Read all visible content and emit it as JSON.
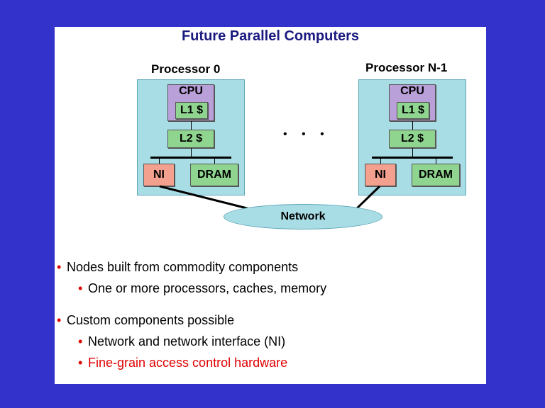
{
  "slide": {
    "title": "Future Parallel Computers"
  },
  "diagram": {
    "processors": [
      {
        "label": "Processor 0",
        "cpu": "CPU",
        "l1": "L1 $",
        "l2": "L2 $",
        "ni": "NI",
        "dram": "DRAM"
      },
      {
        "label": "Processor N-1",
        "cpu": "CPU",
        "l1": "L1 $",
        "l2": "L2 $",
        "ni": "NI",
        "dram": "DRAM"
      }
    ],
    "ellipsis": "• • •",
    "network": "Network"
  },
  "bullets": [
    {
      "text": "Nodes built from commodity components",
      "level": 1,
      "color": "#000000"
    },
    {
      "text": "One or more processors, caches, memory",
      "level": 2,
      "color": "#000000"
    },
    {
      "text": "Custom components possible",
      "level": 1,
      "color": "#000000"
    },
    {
      "text": "Network and network interface (NI)",
      "level": 2,
      "color": "#000000"
    },
    {
      "text": "Fine-grain access control hardware",
      "level": 2,
      "color": "#e00000"
    }
  ],
  "colors": {
    "background": "#3333cc",
    "title": "#1a1a80",
    "bullet_dot": "#e00000"
  }
}
